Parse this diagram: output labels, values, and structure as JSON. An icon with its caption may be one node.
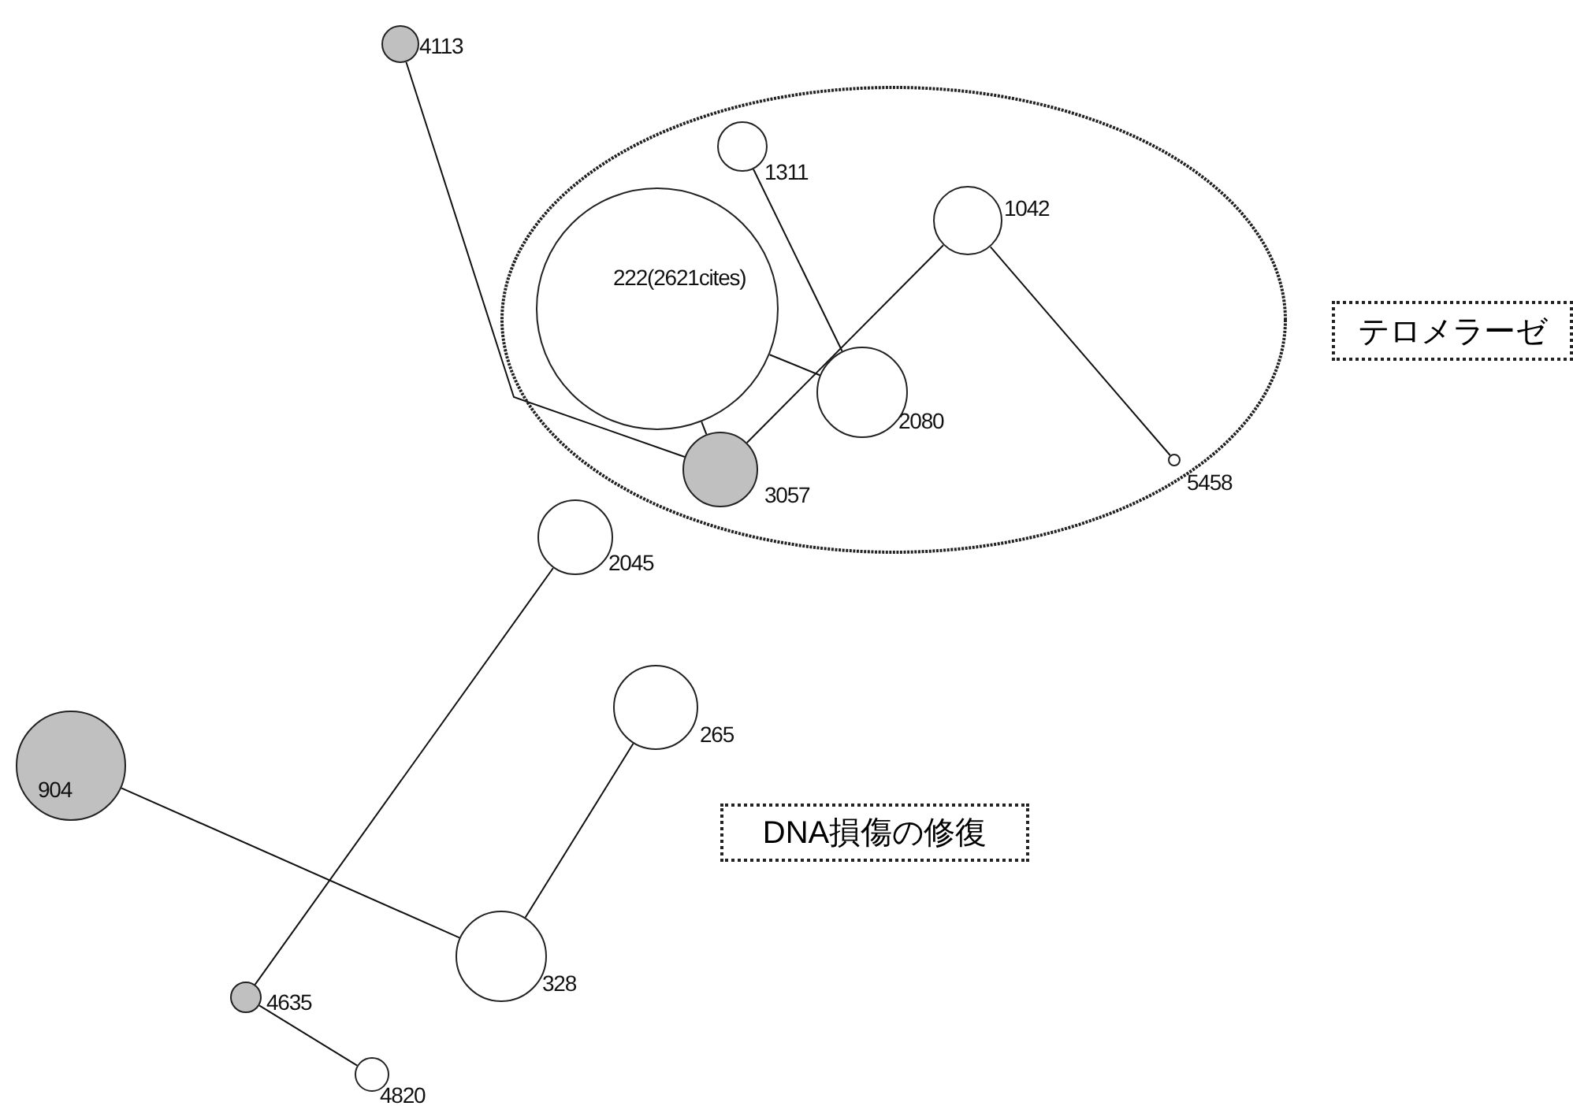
{
  "diagram": {
    "nodes": [
      {
        "text": [],
        "shape": "circle",
        "beside": [
          "4113"
        ]
      },
      {
        "text": [],
        "shape": "ellipse"
      },
      {
        "text": [],
        "shape": "circle",
        "beside": [
          "1311"
        ],
        "in": 1
      },
      {
        "text": [],
        "shape": "circle",
        "beside": [
          "1042"
        ],
        "in": 1
      },
      {
        "text": [
          "222(2621cites)"
        ],
        "in": 1
      },
      {
        "text": [],
        "shape": "circle",
        "beside": [
          "2080"
        ],
        "in": 1
      },
      {
        "text": [],
        "shape": "circle",
        "beside": [
          "3057"
        ],
        "in": 1
      },
      {
        "text": [],
        "shape": "circle",
        "beside": [
          "5458"
        ],
        "in": 1
      },
      {
        "text": [
          "テロメラーゼ"
        ]
      },
      {
        "text": [],
        "shape": "circle",
        "beside": [
          "2045"
        ]
      },
      {
        "text": [],
        "shape": "circle",
        "beside": [
          "265"
        ]
      },
      {
        "text": [
          "904"
        ]
      },
      {
        "text": [
          "DNA損傷の修復"
        ]
      },
      {
        "text": [],
        "shape": "circle",
        "beside": [
          "328"
        ]
      },
      {
        "text": [],
        "shape": "circle",
        "beside": [
          "4635"
        ]
      },
      {
        "text": [],
        "shape": "circle",
        "beside": [
          "4820"
        ]
      }
    ],
    "edges": [
      {
        "from": 0,
        "to": 6,
        "arrow": "none"
      },
      {
        "from": 4,
        "to": 6,
        "arrow": "none"
      },
      {
        "from": 4,
        "to": 5,
        "arrow": "none"
      },
      {
        "from": 2,
        "to": 5,
        "arrow": "none"
      },
      {
        "from": 6,
        "to": 3,
        "arrow": "none"
      },
      {
        "from": 3,
        "to": 7,
        "arrow": "none"
      },
      {
        "from": 9,
        "to": 14,
        "arrow": "none"
      },
      {
        "from": 14,
        "to": 15,
        "arrow": "none"
      },
      {
        "from": 11,
        "to": 13,
        "arrow": "none"
      },
      {
        "from": 13,
        "to": 10,
        "arrow": "none"
      }
    ]
  }
}
